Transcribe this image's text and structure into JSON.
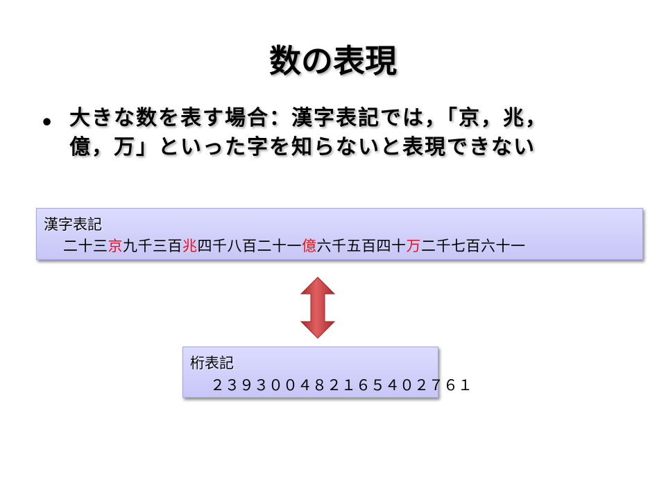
{
  "slide": {
    "title": "数の表現",
    "bullet": {
      "symbol": "•",
      "line1": "大きな数を表す場合：漢字表記では，「京，兆，",
      "line2": "億，万」といった字を知らないと表現できない"
    }
  },
  "kanji_box": {
    "label": "漢字表記",
    "segments": [
      {
        "text": "二十三",
        "highlight": false
      },
      {
        "text": "京",
        "highlight": true
      },
      {
        "text": "九千三百",
        "highlight": false
      },
      {
        "text": "兆",
        "highlight": true
      },
      {
        "text": "四千八百二十一",
        "highlight": false
      },
      {
        "text": "億",
        "highlight": true
      },
      {
        "text": "六千五百四十",
        "highlight": false
      },
      {
        "text": "万",
        "highlight": true
      },
      {
        "text": "二千七百六十一",
        "highlight": false
      }
    ],
    "highlight_color": "#e8131a"
  },
  "digit_box": {
    "label": "桁表記",
    "digits": "２３９３００４８２１６５４０２７６１"
  },
  "arrow": {
    "icon": "double-vertical-arrow-icon",
    "color": "#c0393b"
  },
  "colors": {
    "box_fill": "#d2d0fa",
    "box_border": "#a7a3e6"
  }
}
